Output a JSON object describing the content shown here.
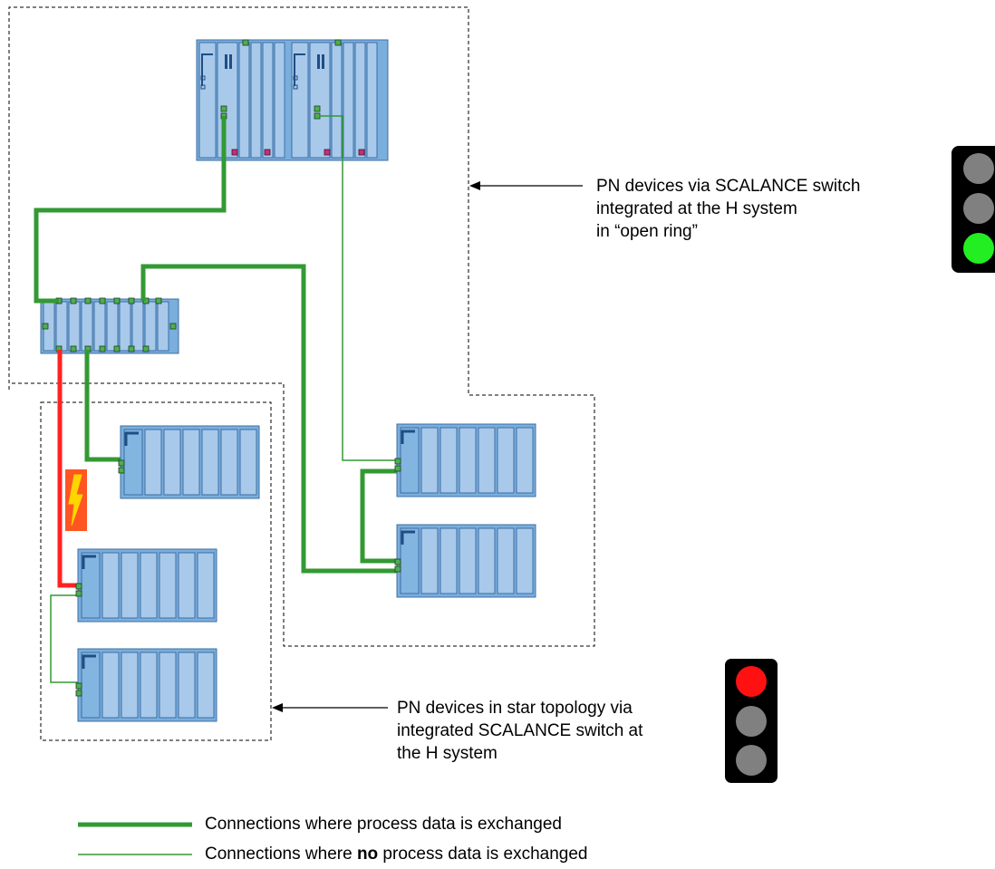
{
  "annotations": {
    "ring": {
      "lines": [
        "PN devices via SCALANCE switch",
        "integrated at the H system",
        "in “open ring”"
      ]
    },
    "star": {
      "lines": [
        "PN devices in star topology via",
        "integrated SCALANCE switch at",
        "the H system"
      ]
    }
  },
  "legend": {
    "thick": {
      "text": "Connections where process data is exchanged",
      "color": "#339933"
    },
    "thin": {
      "prefix": "Connections where ",
      "bold": "no",
      "suffix": " process data is exchanged",
      "color": "#339933"
    }
  },
  "traffic_lights": {
    "ring_status": {
      "active": "green",
      "colors": [
        "#808080",
        "#808080",
        "#22ee22"
      ]
    },
    "star_status": {
      "active": "red",
      "colors": [
        "#ff1111",
        "#808080",
        "#808080"
      ]
    }
  },
  "colors": {
    "device_fill": "#7aaedc",
    "device_module": "#a9c9ea",
    "device_border": "#3d6fa6",
    "connection_ok": "#339933",
    "connection_fault": "#ff2222",
    "port": "#4caf50",
    "fault_flash": "#ff5520",
    "fault_bolt": "#ffd400"
  }
}
